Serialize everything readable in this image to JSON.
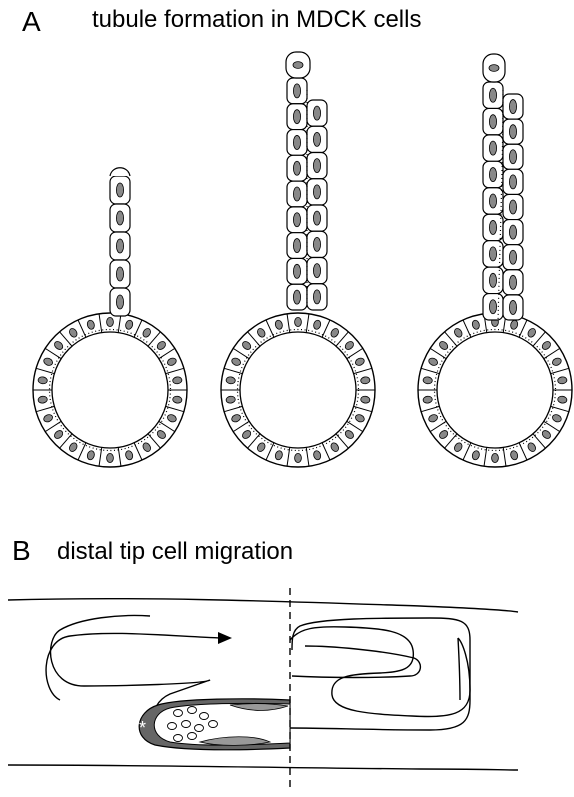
{
  "panel_a": {
    "letter": "A",
    "title": "tubule formation in MDCK cells"
  },
  "panel_b": {
    "letter": "B",
    "title": "distal tip cell migration",
    "marker": "*"
  }
}
